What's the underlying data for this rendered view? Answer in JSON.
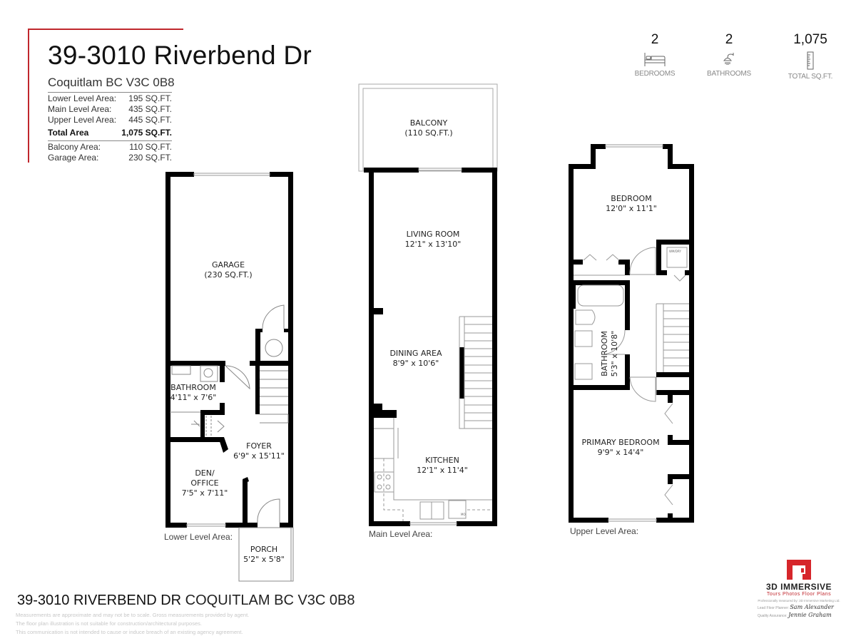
{
  "header": {
    "title": "39-3010 Riverbend Dr",
    "subtitle": "Coquitlam BC V3C 0B8",
    "areas": [
      {
        "label": "Lower Level Area:",
        "value": "195 SQ.FT."
      },
      {
        "label": "Main Level Area:",
        "value": "435 SQ.FT."
      },
      {
        "label": "Upper Level Area:",
        "value": "445 SQ.FT."
      }
    ],
    "total": {
      "label": "Total Area",
      "value": "1,075 SQ.FT."
    },
    "extra_areas": [
      {
        "label": "Balcony Area:",
        "value": "110 SQ.FT."
      },
      {
        "label": "Garage Area:",
        "value": "230 SQ.FT."
      }
    ],
    "accent_color": "#c0272d"
  },
  "stats": [
    {
      "value": "2",
      "label": "BEDROOMS",
      "icon": "bed-icon"
    },
    {
      "value": "2",
      "label": "BATHROOMS",
      "icon": "shower-icon"
    },
    {
      "value": "1,075",
      "label": "TOTAL SQ.FT.",
      "icon": "ruler-icon"
    }
  ],
  "levels": {
    "lower": {
      "label": "Lower Level Area:",
      "rooms": [
        {
          "name": "GARAGE",
          "dim": "(230 SQ.FT.)"
        },
        {
          "name": "BATHROOM",
          "dim": "4'11\" x 7'6\""
        },
        {
          "name": "FOYER",
          "dim": "6'9\" x 15'11\""
        },
        {
          "name": "DEN/",
          "name2": "OFFICE",
          "dim": "7'5\" x 7'11\""
        },
        {
          "name": "PORCH",
          "dim": "5'2\" x 5'8\""
        }
      ]
    },
    "main": {
      "label": "Main Level Area:",
      "rooms": [
        {
          "name": "BALCONY",
          "dim": "(110 SQ.FT.)"
        },
        {
          "name": "LIVING ROOM",
          "dim": "12'1\" x 13'10\""
        },
        {
          "name": "DINING AREA",
          "dim": "8'9\" x 10'6\""
        },
        {
          "name": "KITCHEN",
          "dim": "12'1\" x 11'4\""
        }
      ],
      "fixture_labels": {
        "microwave": "MO"
      }
    },
    "upper": {
      "label": "Upper Level Area:",
      "rooms": [
        {
          "name": "BEDROOM",
          "dim": "12'0\" x 11'1\""
        },
        {
          "name": "BATHROOM",
          "dim": "5'3\" x 10'8\""
        },
        {
          "name": "PRIMARY BEDROOM",
          "dim": "9'9\" x 14'4\""
        }
      ],
      "fixture_labels": {
        "laundry": "WM/DRY"
      }
    }
  },
  "footer": {
    "address_bold": "39-3010 RIVERBEND DR",
    "address_light": "COQUITLAM BC  V3C 0B8",
    "disclaimer": [
      "Measurements are approximate and may not be to scale. Gross measurements provided by agent.",
      "The floor plan illustration is not suitable for construction/architectural purposes.",
      "This communication is not intended to cause or induce breach of an existing agency agreement."
    ]
  },
  "brand": {
    "name": "3D IMMERSIVE",
    "tagline": "Tours  Photos  Floor Plans",
    "measured_by": "Professionally measured by: 3D Immersive Marketing Ltd.",
    "lead_label": "Lead Floor Planner:",
    "lead_name": "Sam Alexander",
    "qa_label": "Quality Assurance:",
    "qa_name": "Jennie Graham"
  }
}
